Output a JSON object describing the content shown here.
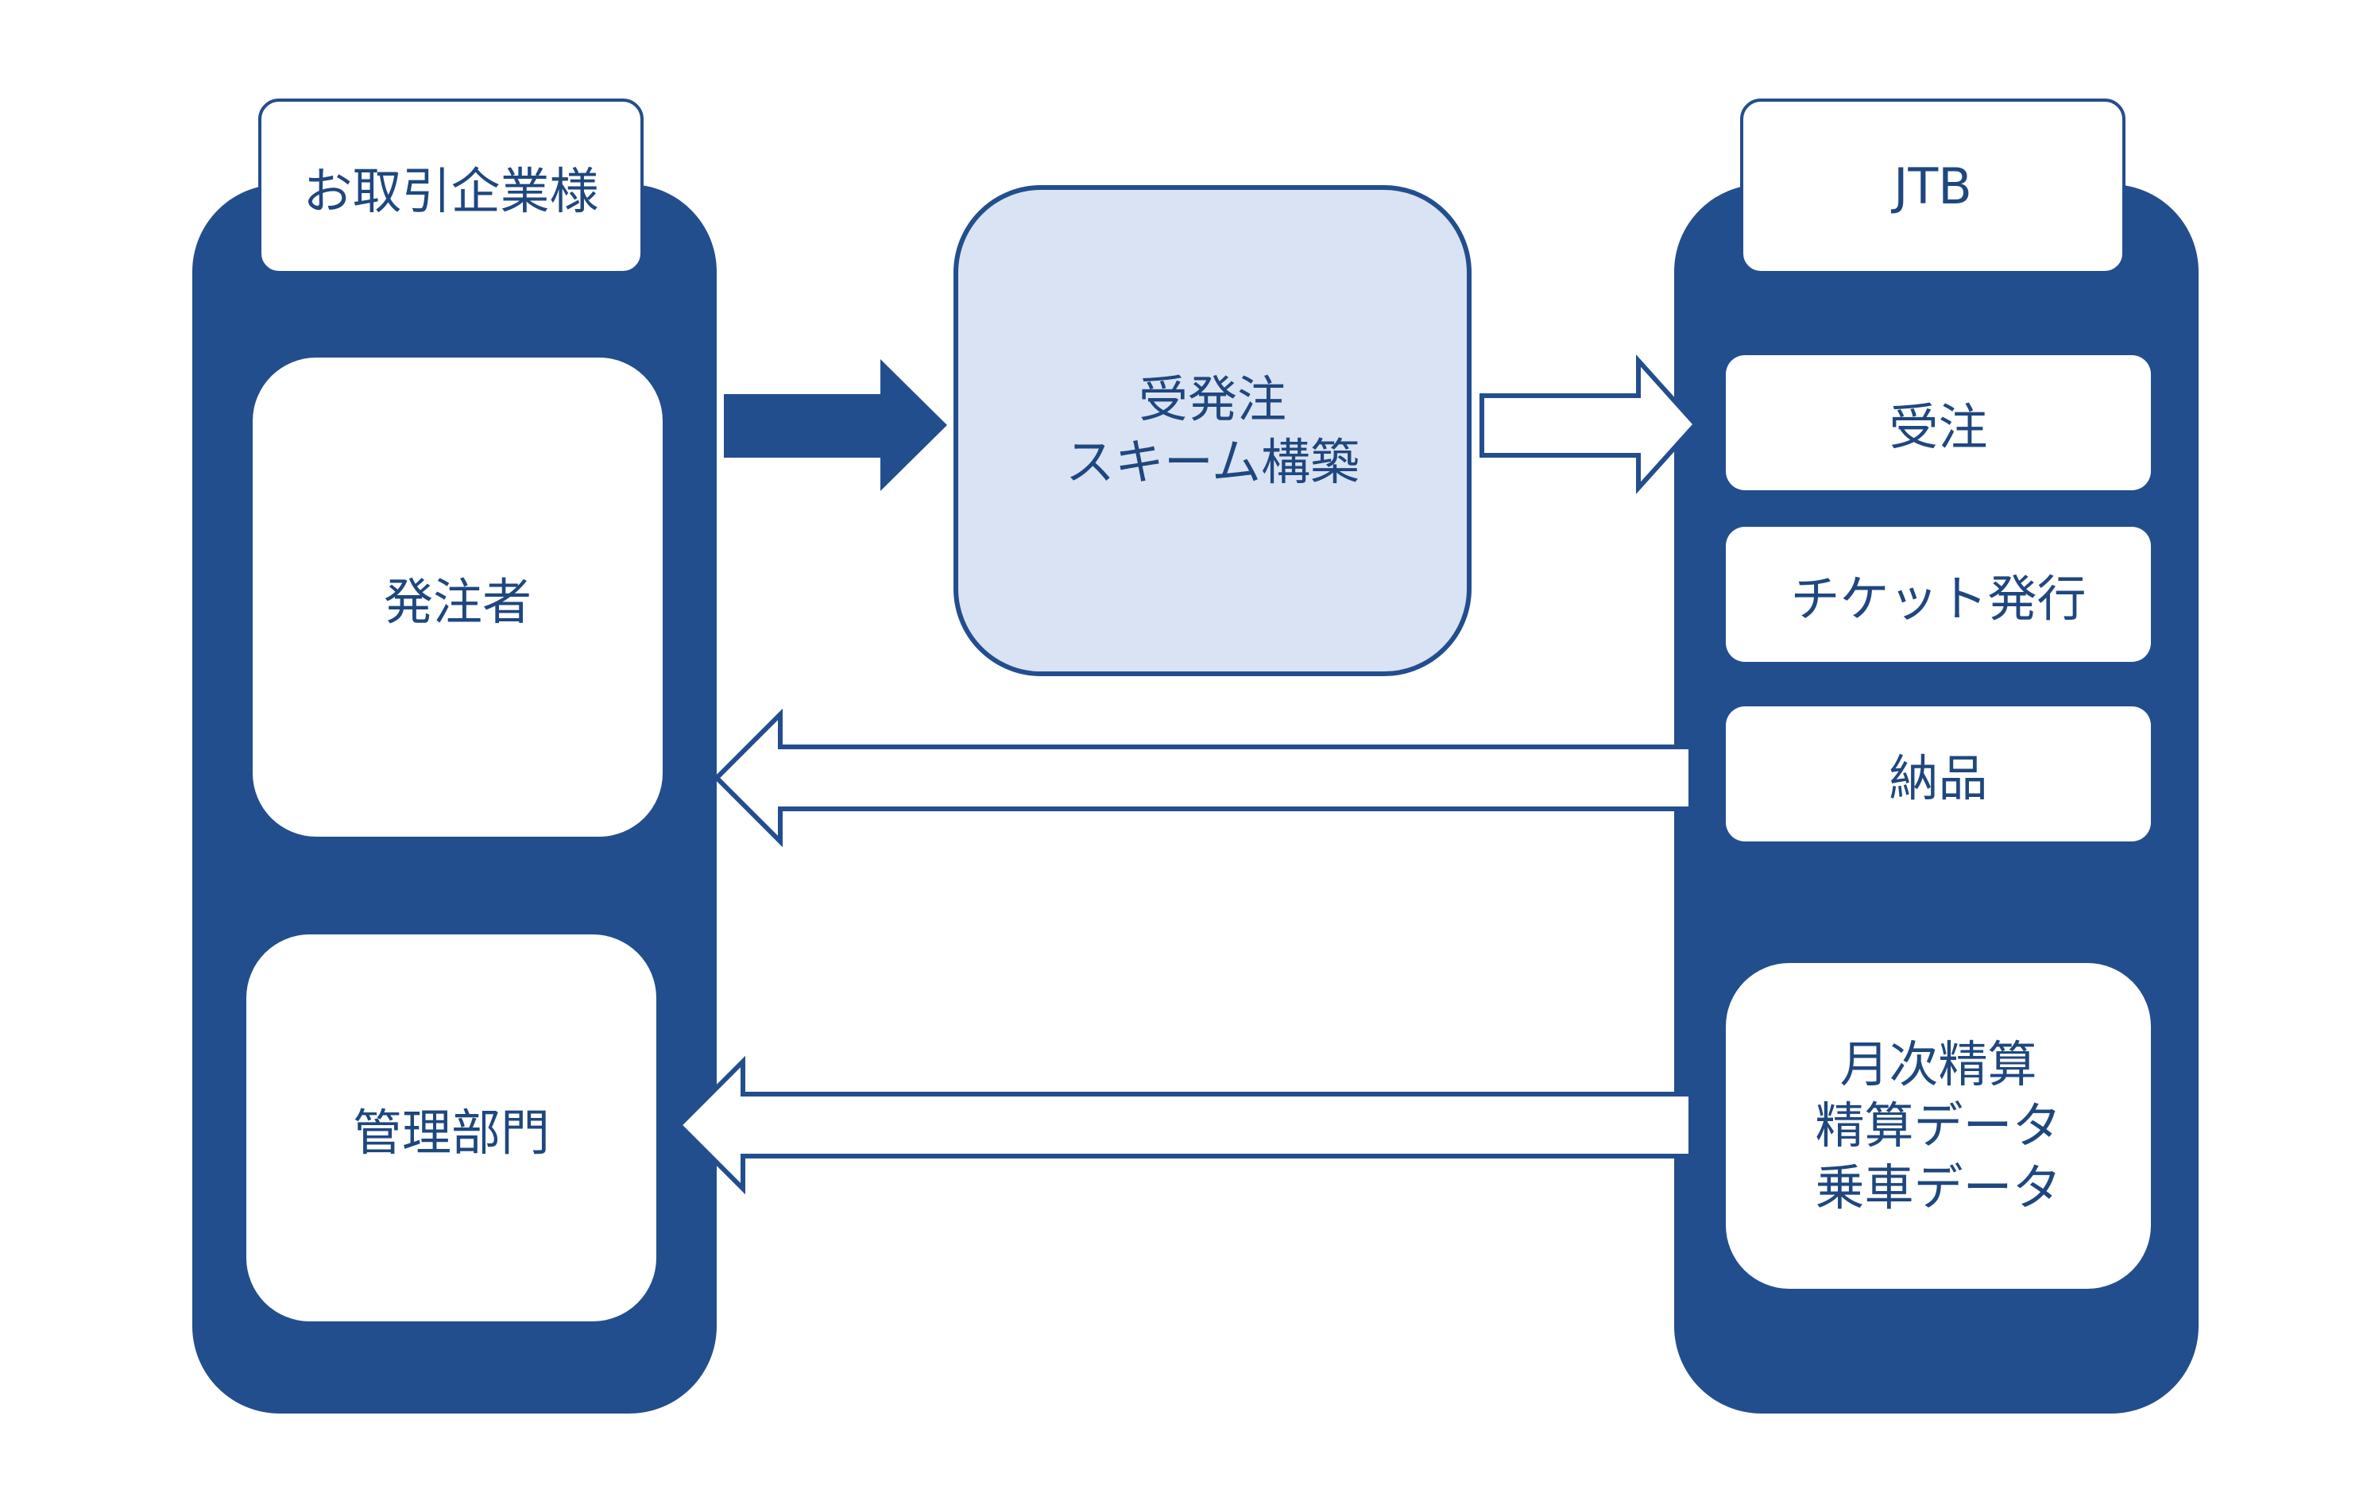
{
  "left": {
    "header": "お取引企業様",
    "orderer": "発注者",
    "admin": "管理部門"
  },
  "center": {
    "lines": [
      "受発注",
      "スキーム構築"
    ]
  },
  "right": {
    "header": "JTB",
    "order_receipt": "受注",
    "ticketing": "チケット発行",
    "delivery": "納品",
    "settlement_lines": [
      "月次精算",
      "精算データ",
      "乗車データ"
    ]
  },
  "colors": {
    "navy": "#234e8e",
    "light_blue": "#dae3f3",
    "text": "#1f477f"
  }
}
